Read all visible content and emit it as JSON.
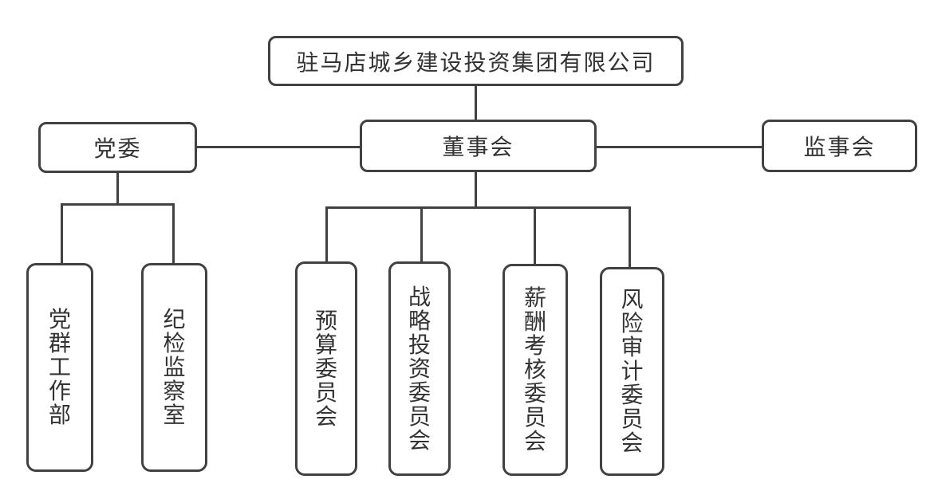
{
  "diagram_data": {
    "type": "org-chart",
    "root": "驻马店城乡建设投资集团有限公司",
    "children": [
      {
        "label": "党委",
        "children": [
          "党群工作部",
          "纪检监察室"
        ]
      },
      {
        "label": "董事会",
        "children": [
          "预算委员会",
          "战略投资委员会",
          "薪酬考核委员会",
          "风险审计委员会"
        ]
      },
      {
        "label": "监事会",
        "children": []
      }
    ]
  },
  "colors": {
    "line": "#414141",
    "text": "#333333",
    "background": "#ffffff"
  }
}
